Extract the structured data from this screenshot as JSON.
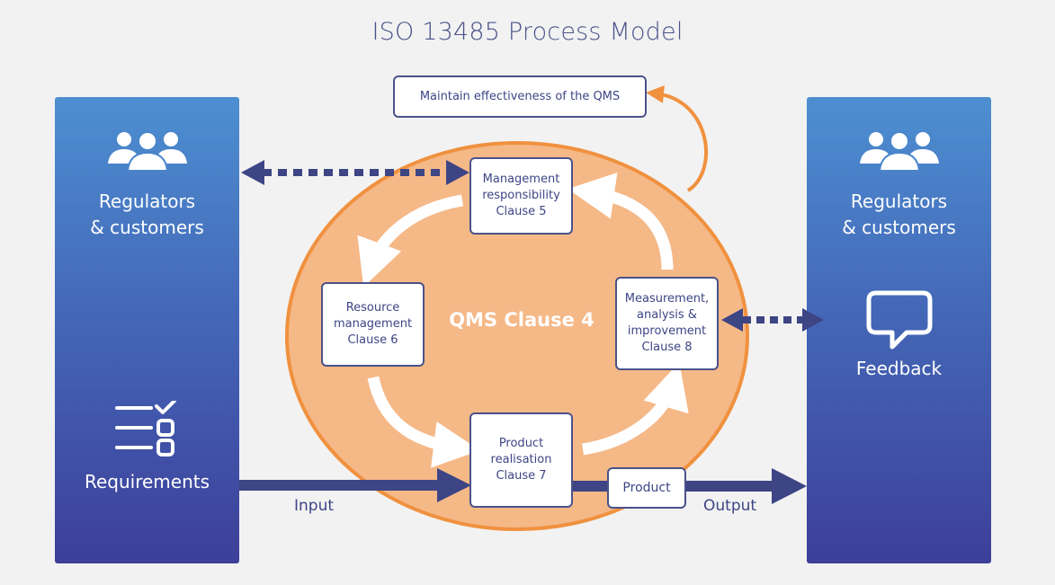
{
  "title": "ISO 13485 Process Model",
  "left_panel": {
    "top_label": "Regulators\n& customers",
    "bottom_label": "Requirements"
  },
  "right_panel": {
    "top_label": "Regulators\n& customers",
    "bottom_label": "Feedback"
  },
  "center_label": "QMS Clause 4",
  "boxes": {
    "maintain": "Maintain effectiveness of the QMS",
    "management": "Management\nresponsibility\nClause 5",
    "resource": "Resource\nmanagement\nClause 6",
    "product_realisation": "Product\nrealisation\nClause 7",
    "measurement": "Measurement,\nanalysis &\nimprovement\nClause 8",
    "product": "Product"
  },
  "flow": {
    "input": "Input",
    "output": "Output"
  },
  "colors": {
    "background": "#f2f2f2",
    "panel_top": "#4d8fd1",
    "panel_bottom": "#3d3f99",
    "ellipse_fill": "#f5b887",
    "ellipse_stroke": "#f0913f",
    "arrow_dark": "#3d4585",
    "arrow_orange": "#f0913f",
    "box_border": "#4a5289"
  },
  "icons": {
    "people": "people-group-icon",
    "checklist": "checklist-icon",
    "speech": "speech-bubble-icon"
  }
}
